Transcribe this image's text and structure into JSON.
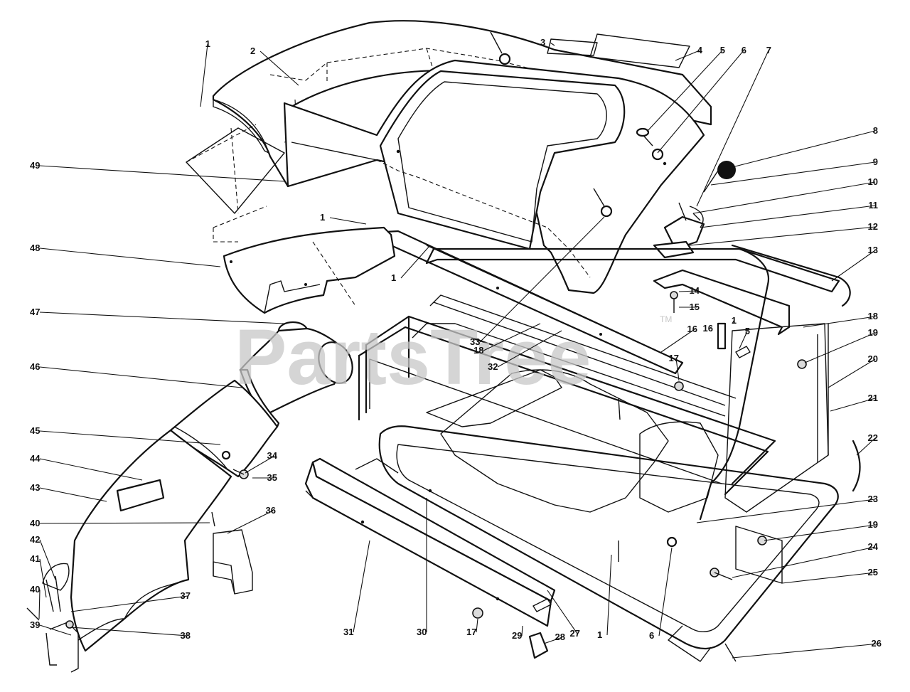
{
  "watermark": {
    "text": "PartsTree",
    "trademark": "TM"
  },
  "colors": {
    "ink": "#111111",
    "watermark": "#c8c8c8",
    "background": "#ffffff"
  },
  "callouts": [
    "1",
    "2",
    "3",
    "4",
    "5",
    "6",
    "7",
    "8",
    "9",
    "10",
    "11",
    "12",
    "13",
    "14",
    "15",
    "16",
    "18",
    "19",
    "20",
    "21",
    "22",
    "23",
    "19",
    "24",
    "25",
    "26",
    "28",
    "27",
    "1",
    "6",
    "29",
    "17",
    "30",
    "31",
    "16",
    "17",
    "5",
    "1",
    "33",
    "18",
    "32",
    "1",
    "1",
    "49",
    "48",
    "47",
    "46",
    "45",
    "44",
    "43",
    "40",
    "42",
    "41",
    "40",
    "39",
    "34",
    "35",
    "36",
    "37",
    "38"
  ]
}
